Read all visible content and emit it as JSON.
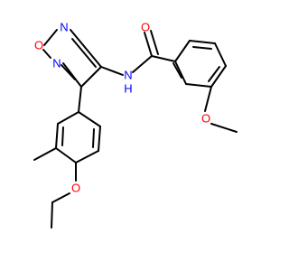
{
  "molecule": {
    "atoms": {
      "o_ring": "O",
      "n_ring_top": "N",
      "n_ring_left": "N",
      "n_amide": "N",
      "h_amide": "H",
      "o_carbonyl": "O",
      "o_methoxy": "O",
      "o_ethoxy": "O"
    },
    "colors": {
      "bond": "#000000",
      "oxygen": "#FF0000",
      "nitrogen": "#0000FF"
    }
  }
}
